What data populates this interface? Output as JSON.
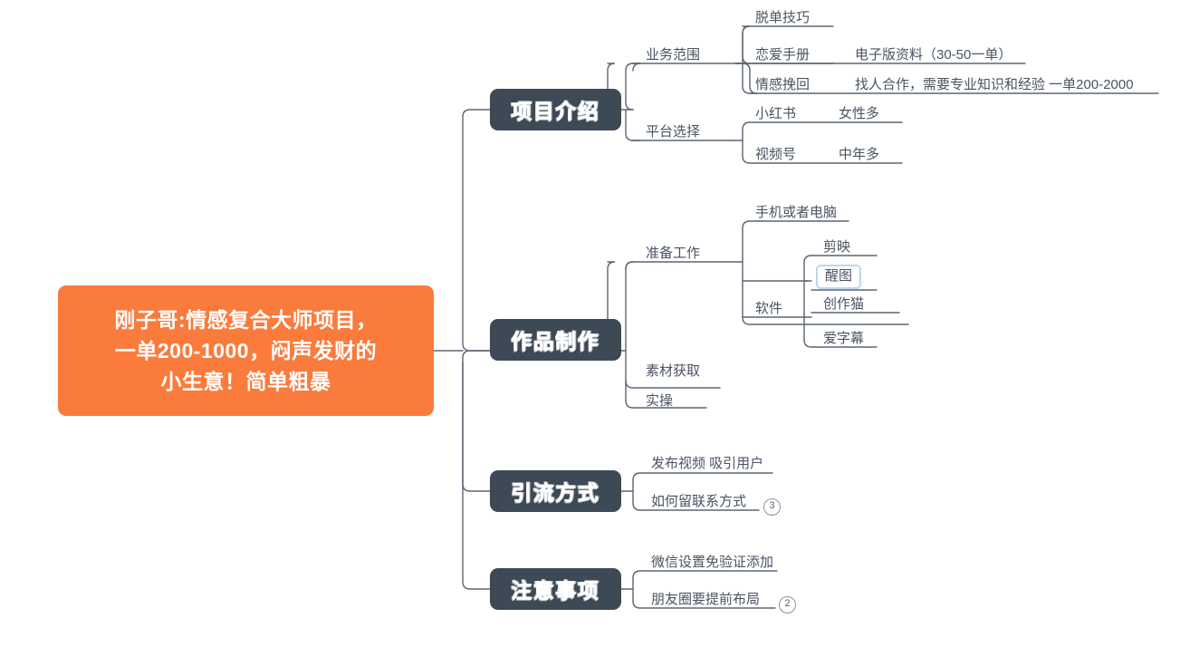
{
  "canvas": {
    "background": "#ffffff",
    "line_color": "#5C6573",
    "text_color": "#4A5361"
  },
  "root": {
    "text": "刚子哥:情感复合大师项目，\n一单200-1000，闷声发财的\n小生意！简单粗暴",
    "color": "#FA7B3C",
    "text_color": "#ffffff"
  },
  "branches": [
    {
      "label": "项目介绍",
      "color": "#3E4956"
    },
    {
      "label": "作品制作",
      "color": "#3E4956"
    },
    {
      "label": "引流方式",
      "color": "#3E4956"
    },
    {
      "label": "注意事项",
      "color": "#3E4956"
    }
  ],
  "topics": {
    "yewu_fanwei": "业务范围",
    "tuodan_jiqiao": "脱单技巧",
    "lianai_shouce": "恋爱手册",
    "lianai_shouce_note": "电子版资料（30-50一单）",
    "qinggan_wanhui": "情感挽回",
    "qinggan_wanhui_note": "找人合作，需要专业知识和经验  一单200-2000",
    "pingtai_xuanze": "平台选择",
    "xiaohongshu": "小红书",
    "xiaohongshu_note": "女性多",
    "shipinhao": "视频号",
    "shipinhao_note": "中年多",
    "zhunbei_gongzuo": "准备工作",
    "shouji_diannao": "手机或者电脑",
    "ruanjian": "软件",
    "jianying": "剪映",
    "xingtu": "醒图",
    "chuangzuomao": "创作猫",
    "aizimu": "爱字幕",
    "sucai_huoqu": "素材获取",
    "shicao": "实操",
    "fabu_shipin": "发布视频 吸引用户",
    "liu_lianxi": "如何留联系方式",
    "weixin_mianyanzheng": "微信设置免验证添加",
    "pengyouquan": "朋友圈要提前布局"
  },
  "badges": {
    "yinliu_count": "3",
    "zhuyi_count": "2"
  },
  "selection": {
    "selected_topic": "醒图",
    "border_color": "#BCD7F3"
  }
}
